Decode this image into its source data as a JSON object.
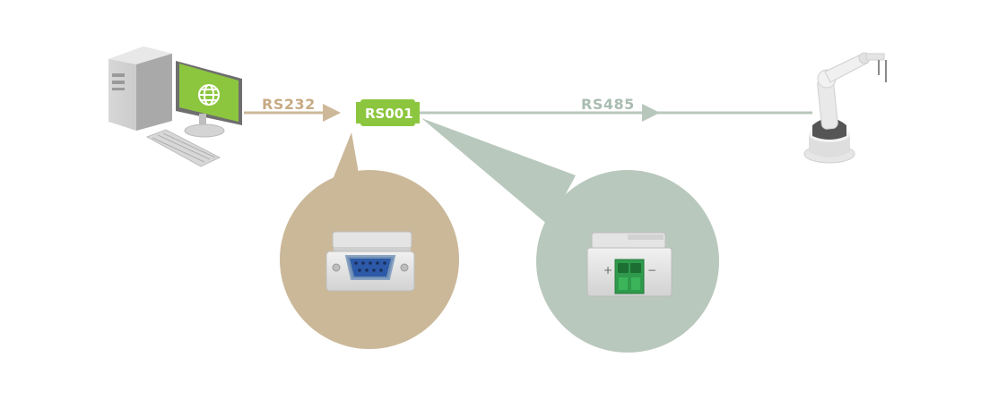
{
  "links": {
    "rs232_label": "RS232",
    "rs485_label": "RS485"
  },
  "device": {
    "name": "RS001"
  },
  "terminal": {
    "plus": "+",
    "minus": "−"
  },
  "colors": {
    "rs232": "#cdb899",
    "rs485": "#b8c7bb",
    "rs232_label": "#c7ab84",
    "rs485_label": "#a9bcb0",
    "device_green": "#8cc63f",
    "db9_circle": "#cbb899",
    "terminal_circle": "#b9c8bc"
  },
  "icons": {
    "computer": "desktop-computer-icon",
    "globe": "globe-icon",
    "robot": "robotic-arm-icon"
  }
}
